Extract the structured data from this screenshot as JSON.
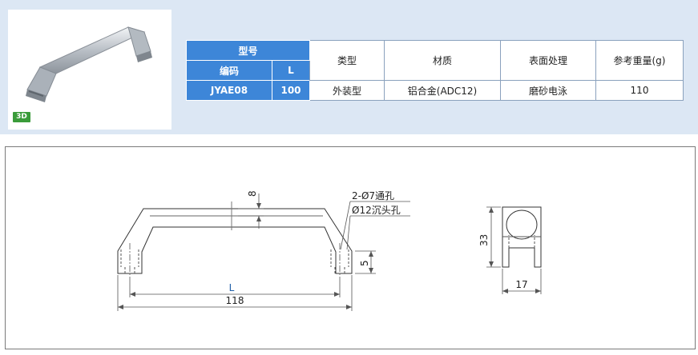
{
  "badge_3d": "3D",
  "table": {
    "header_model": "型号",
    "header_code": "编码",
    "header_l": "L",
    "header_type": "类型",
    "header_material": "材质",
    "header_surface": "表面处理",
    "header_weight": "参考重量(g)",
    "rows": [
      {
        "code": "JYAE08",
        "l": "100",
        "type": "外装型",
        "material": "铝合金(ADC12)",
        "surface": "磨砂电泳",
        "weight": "110"
      }
    ]
  },
  "drawing": {
    "dim_8": "8",
    "dim_5": "5",
    "dim_l": "L",
    "dim_118": "118",
    "dim_33": "33",
    "dim_17": "17",
    "hole_note_1": "2-Ø7通孔",
    "hole_note_2": "Ø12沉头孔"
  },
  "colors": {
    "panel_bg": "#dce7f4",
    "header_blue": "#3d86d8",
    "badge_green": "#3a9b3a",
    "dim_blue": "#1f5fa8"
  }
}
